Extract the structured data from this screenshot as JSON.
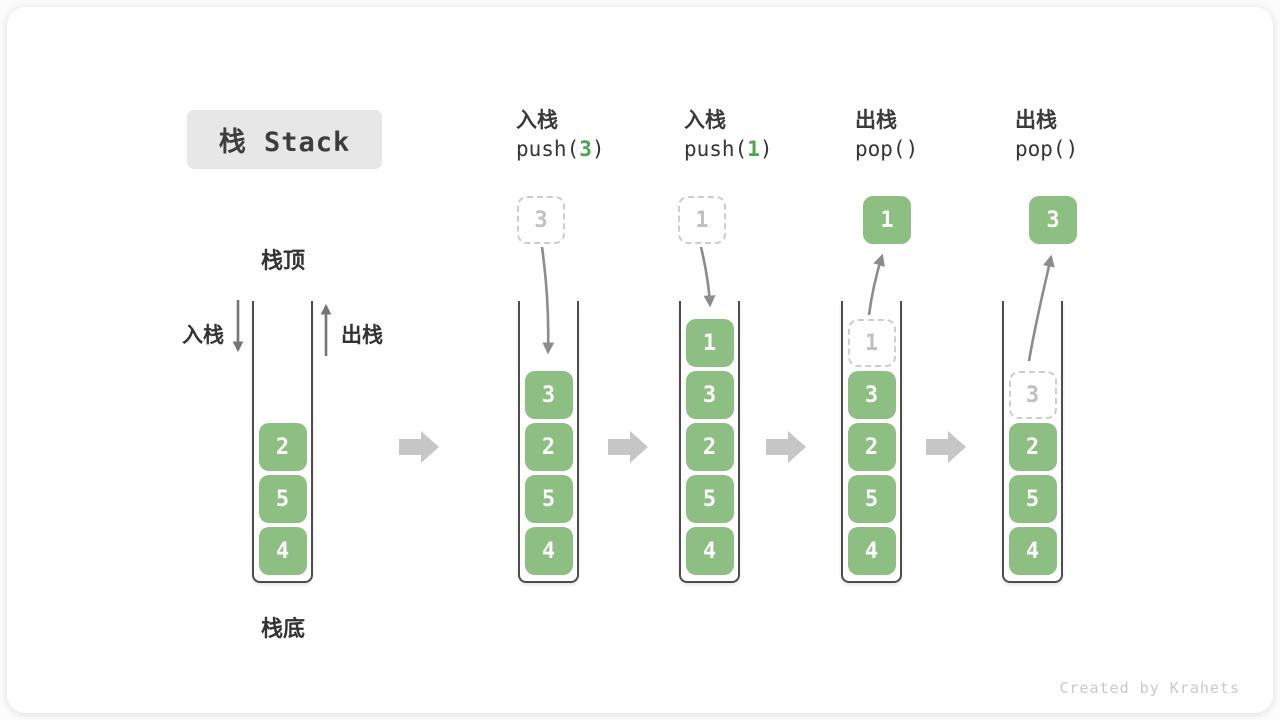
{
  "title": "栈 Stack",
  "labels": {
    "stack_top": "栈顶",
    "stack_bottom": "栈底",
    "push_in": "入栈",
    "pop_out": "出栈"
  },
  "operations": [
    {
      "action": "入栈",
      "code_fn": "push(",
      "code_arg": "3",
      "code_close": ")"
    },
    {
      "action": "入栈",
      "code_fn": "push(",
      "code_arg": "1",
      "code_close": ")"
    },
    {
      "action": "出栈",
      "code_fn": "pop(",
      "code_arg": "",
      "code_close": ")"
    },
    {
      "action": "出栈",
      "code_fn": "pop(",
      "code_arg": "",
      "code_close": ")"
    }
  ],
  "stacks": [
    {
      "floating": null,
      "items": [
        {
          "value": "2",
          "style": "solid"
        },
        {
          "value": "5",
          "style": "solid"
        },
        {
          "value": "4",
          "style": "solid"
        }
      ]
    },
    {
      "floating": {
        "value": "3",
        "style": "dashed"
      },
      "items": [
        {
          "value": "3",
          "style": "solid"
        },
        {
          "value": "2",
          "style": "solid"
        },
        {
          "value": "5",
          "style": "solid"
        },
        {
          "value": "4",
          "style": "solid"
        }
      ]
    },
    {
      "floating": {
        "value": "1",
        "style": "dashed"
      },
      "items": [
        {
          "value": "1",
          "style": "solid"
        },
        {
          "value": "3",
          "style": "solid"
        },
        {
          "value": "2",
          "style": "solid"
        },
        {
          "value": "5",
          "style": "solid"
        },
        {
          "value": "4",
          "style": "solid"
        }
      ]
    },
    {
      "floating": {
        "value": "1",
        "style": "solid"
      },
      "items": [
        {
          "value": "1",
          "style": "dashed"
        },
        {
          "value": "3",
          "style": "solid"
        },
        {
          "value": "2",
          "style": "solid"
        },
        {
          "value": "5",
          "style": "solid"
        },
        {
          "value": "4",
          "style": "solid"
        }
      ]
    },
    {
      "floating": {
        "value": "3",
        "style": "solid"
      },
      "items": [
        {
          "value": "3",
          "style": "dashed"
        },
        {
          "value": "2",
          "style": "solid"
        },
        {
          "value": "5",
          "style": "solid"
        },
        {
          "value": "4",
          "style": "solid"
        }
      ]
    }
  ],
  "watermark": "Created by Krahets",
  "colors": {
    "item_green": "#8dbe82",
    "code_arg_green": "#4ca64c",
    "title_bg": "#e7e7e7",
    "well_border": "#4d4d4d",
    "dashed_border": "#cdcdcd",
    "curved_arrow": "#8c8c8c",
    "small_arrow": "#757575",
    "block_arrow": "#c6c6c6",
    "watermark": "#c9c9c9"
  }
}
